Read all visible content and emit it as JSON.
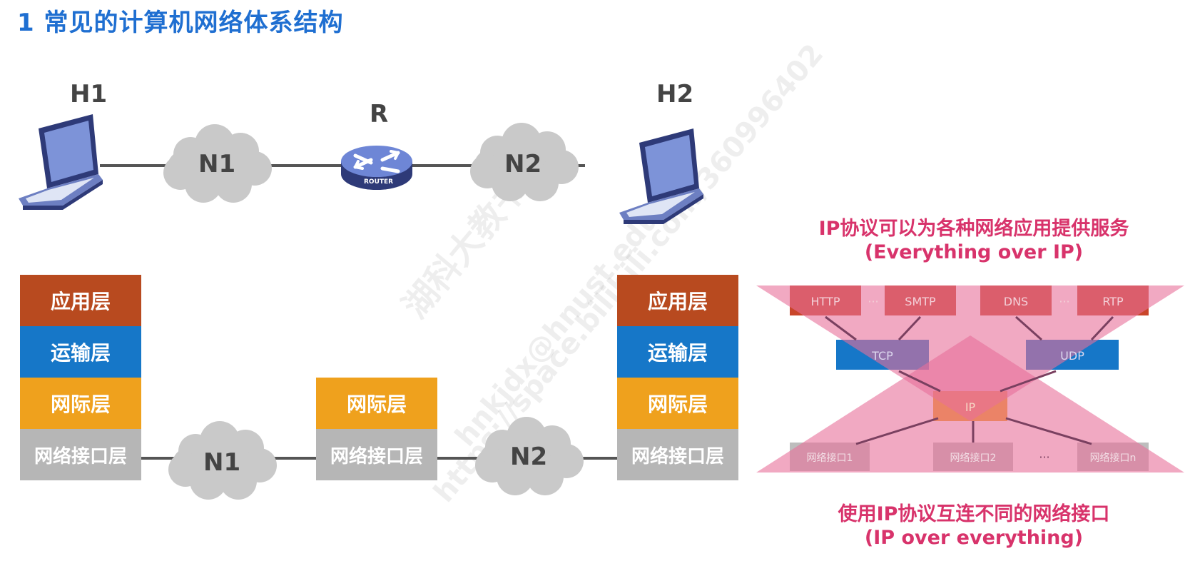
{
  "title": "1 常见的计算机网络体系结构",
  "topology": {
    "h1": "H1",
    "h2": "H2",
    "router": "R",
    "router_badge": "ROUTER",
    "n1": "N1",
    "n2": "N2"
  },
  "stacks": {
    "left": {
      "application": "应用层",
      "transport": "运输层",
      "internet": "网际层",
      "network_interface": "网络接口层"
    },
    "middle": {
      "internet": "网际层",
      "network_interface": "网络接口层"
    },
    "right": {
      "application": "应用层",
      "transport": "运输层",
      "internet": "网际层",
      "network_interface": "网络接口层"
    },
    "n1": "N1",
    "n2": "N2"
  },
  "hourglass": {
    "top_caption_line1": "IP协议可以为各种网络应用提供服务",
    "top_caption_line2": "(Everything over IP)",
    "bottom_caption_line1": "使用IP协议互连不同的网络接口",
    "bottom_caption_line2": "(IP over everything)",
    "app_protocols": [
      "HTTP",
      "SMTP",
      "DNS",
      "RTP"
    ],
    "ellipsis": "···",
    "transport_protocols": [
      "TCP",
      "UDP"
    ],
    "ip": "IP",
    "interfaces": [
      "网络接口1",
      "网络接口2",
      "网络接口n"
    ],
    "colors": {
      "pink_triangle": "#e8709a",
      "app_box": "#c9452a",
      "transport_box": "#1677c8",
      "ip_box": "#efa11d",
      "interface_box": "#bdbdbd",
      "caption": "#d8336b"
    }
  },
  "watermark": {
    "line1": "湖科大教书匠",
    "line2": "https://space.bilibili.com/360996402",
    "line3": "hnkjdx@hnust.edu.cn"
  }
}
